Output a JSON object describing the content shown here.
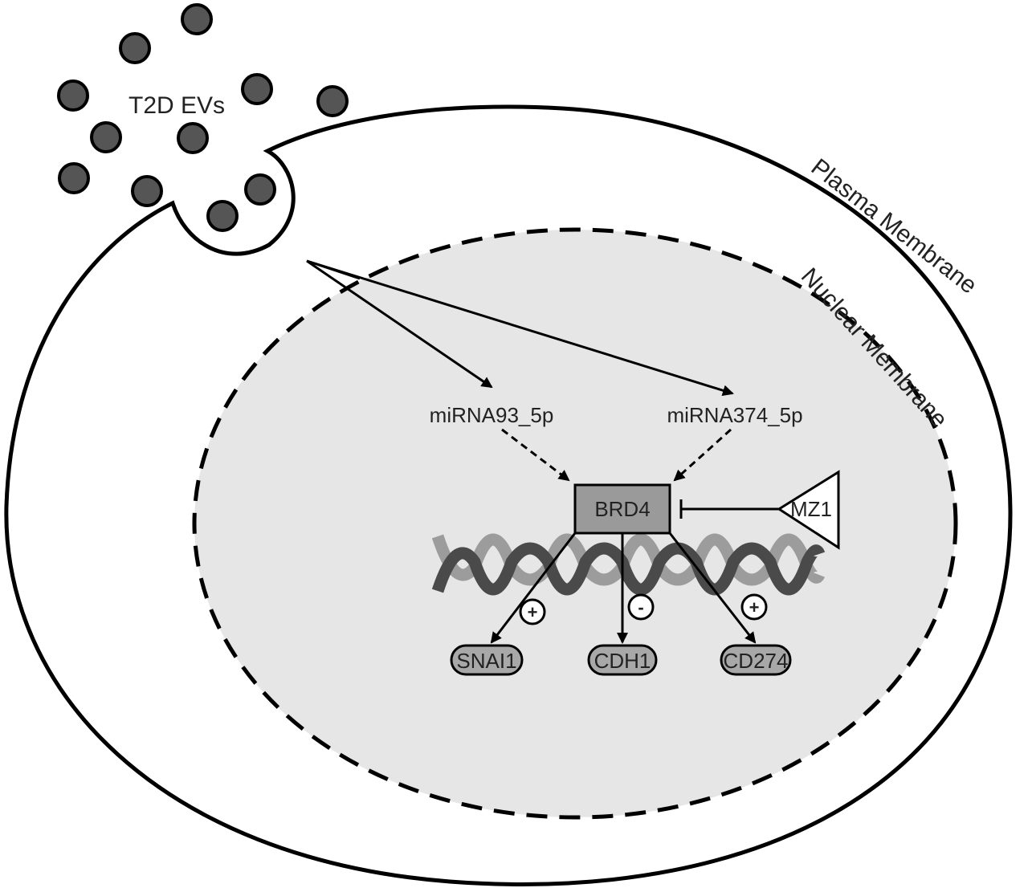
{
  "labels": {
    "evs": "T2D EVs",
    "plasma_membrane": "Plasma Membrane",
    "nuclear_membrane": "Nuclear Membrane",
    "mirna_a": "miRNA93_5p",
    "mirna_b": "miRNA374_5p",
    "brd4": "BRD4",
    "mz1": "MZ1",
    "gene_a": "SNAI1",
    "gene_b": "CDH1",
    "gene_c": "CD274"
  },
  "signs": {
    "gene_a": "+",
    "gene_b": "-",
    "gene_c": "+"
  },
  "colors": {
    "vesicle": "#555555",
    "nucleus_fill": "#e6e6e6",
    "brd4_fill": "#9a9a9a",
    "gene_fill": "#a8a8a8",
    "dna_dark": "#4a4a4a",
    "dna_light": "#9c9c9c"
  }
}
